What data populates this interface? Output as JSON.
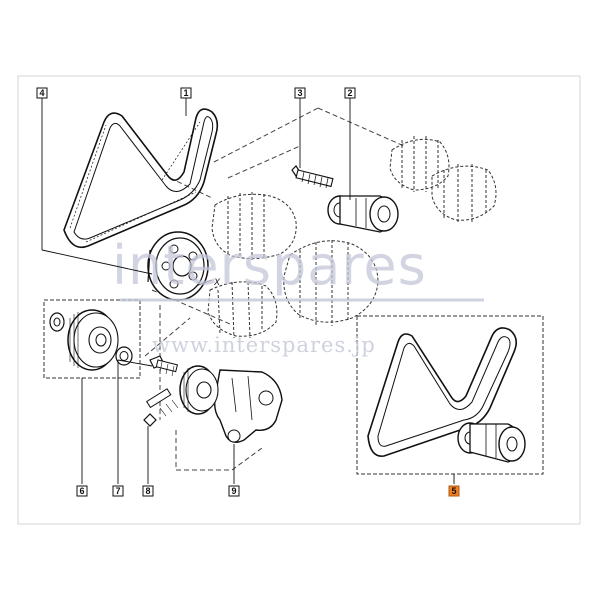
{
  "diagram": {
    "callouts": [
      "1",
      "2",
      "3",
      "4",
      "5",
      "6",
      "7",
      "8",
      "9"
    ],
    "highlight_callout": "5",
    "highlight_color": "#f08020",
    "line_color": "#222222",
    "part_fill": "#ffffff"
  },
  "watermark": {
    "brand": "interspares",
    "url": "www.interspares.jp"
  },
  "labels": {
    "x_marker": "X"
  }
}
